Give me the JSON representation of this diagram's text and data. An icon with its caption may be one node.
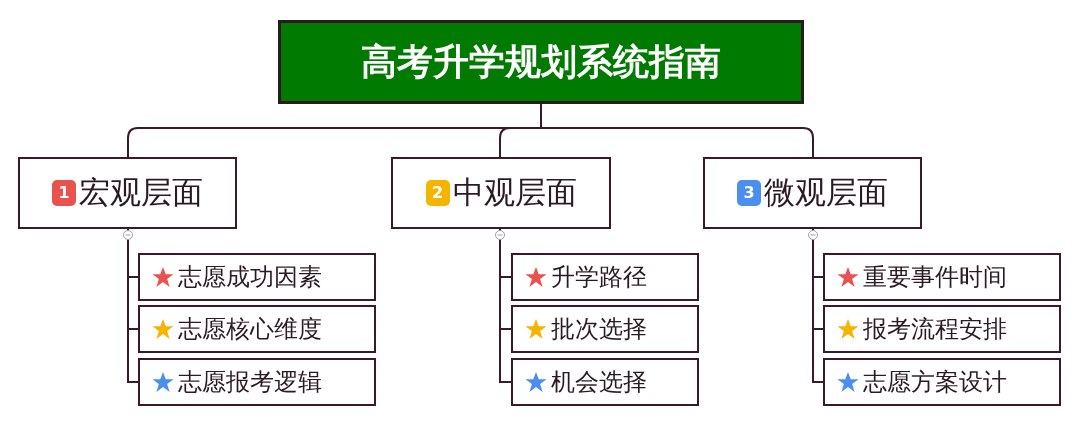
{
  "diagram": {
    "nodes": [
      {
        "text": [
          "高考升学规划系统指南"
        ]
      },
      {
        "text": [
          "1",
          "宏观层面"
        ]
      },
      {
        "text": [
          "志愿成功因素"
        ]
      },
      {
        "text": [
          "志愿核心维度"
        ]
      },
      {
        "text": [
          "志愿报考逻辑"
        ]
      },
      {
        "text": [
          "2",
          "中观层面"
        ]
      },
      {
        "text": [
          "升学路径"
        ]
      },
      {
        "text": [
          "批次选择"
        ]
      },
      {
        "text": [
          "机会选择"
        ]
      },
      {
        "text": [
          "3",
          "微观层面"
        ]
      },
      {
        "text": [
          "重要事件时间"
        ]
      },
      {
        "text": [
          "报考流程安排"
        ]
      },
      {
        "text": [
          "志愿方案设计"
        ]
      }
    ],
    "edges": [
      {
        "from": 0,
        "to": 1,
        "arrow": "none"
      },
      {
        "from": 0,
        "to": 5,
        "arrow": "none"
      },
      {
        "from": 0,
        "to": 9,
        "arrow": "none"
      },
      {
        "from": 1,
        "to": 2,
        "arrow": "none"
      },
      {
        "from": 1,
        "to": 3,
        "arrow": "none"
      },
      {
        "from": 1,
        "to": 4,
        "arrow": "none"
      },
      {
        "from": 5,
        "to": 6,
        "arrow": "none"
      },
      {
        "from": 5,
        "to": 7,
        "arrow": "none"
      },
      {
        "from": 5,
        "to": 8,
        "arrow": "none"
      },
      {
        "from": 9,
        "to": 10,
        "arrow": "none"
      },
      {
        "from": 9,
        "to": 11,
        "arrow": "none"
      },
      {
        "from": 9,
        "to": 12,
        "arrow": "none"
      }
    ]
  }
}
